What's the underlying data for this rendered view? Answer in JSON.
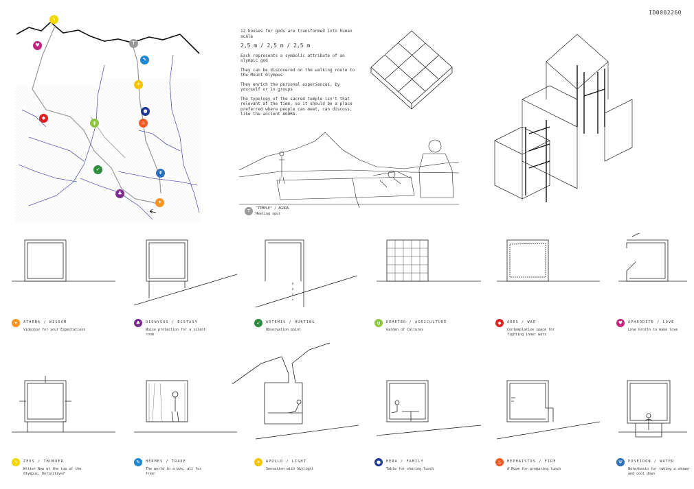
{
  "id": "ID0002260",
  "intro": {
    "p1": "12 houses for gods are transformed into human scale",
    "dims": "2,5 m / 2,5 m / 2,5 m",
    "p2": "Each represents a symbolic attribute of an olympic god",
    "p3": "They can be discovered on the walking route to the Mount Olympus",
    "p4": "They enrich the personal experiences, by yourself or in groups",
    "p5": "The typology of the sacred temple isn't that relevant at the time, so it should be a place preferred where people can meet, can discuss, like the ancient AGORA."
  },
  "temple": {
    "name": "\"TEMPLE\" / AGORA",
    "desc": "Meeting spot"
  },
  "gods_row1": [
    {
      "name": "ATHENA / WISDOM",
      "desc": "Videobox for your Expectations",
      "color": "#f7931e",
      "icon": "owl-icon"
    },
    {
      "name": "DIONYSOS / ECSTASY",
      "desc": "Noise protection for a silent room",
      "color": "#7b2d8e",
      "icon": "grape-icon"
    },
    {
      "name": "ARTEMIS / HUNTING",
      "desc": "Observation point",
      "color": "#2e8b3d",
      "icon": "bow-icon"
    },
    {
      "name": "DEMETER / AGRICULTURE",
      "desc": "Garden of Cultures",
      "color": "#8dc63f",
      "icon": "wheat-icon"
    },
    {
      "name": "ARES / WAR",
      "desc": "Contemplative space for fighting inner wars",
      "color": "#e02020",
      "icon": "shield-icon"
    },
    {
      "name": "APHRODITE / LOVE",
      "desc": "Love Grotto to make love",
      "color": "#c0267e",
      "icon": "heart-icon"
    }
  ],
  "gods_row2": [
    {
      "name": "ZEUS / THUNDER",
      "desc": "Writer Now at the top of the Olympus, Definitive?",
      "color": "#f2d600",
      "icon": "lightning-icon"
    },
    {
      "name": "HERMES / TRADE",
      "desc": "The world in a box, all for free!",
      "color": "#1e88d0",
      "icon": "wing-icon"
    },
    {
      "name": "APOLLO / LIGHT",
      "desc": "Sensation with Skylight",
      "color": "#f5c400",
      "icon": "sun-icon"
    },
    {
      "name": "HERA / FAMILY",
      "desc": "Table for sharing lunch",
      "color": "#1f3a93",
      "icon": "peacock-icon"
    },
    {
      "name": "HEPHAISTOS / FIRE",
      "desc": "A Room for preparing lunch",
      "color": "#f15a24",
      "icon": "fire-icon"
    },
    {
      "name": "POSEIDON / WATER",
      "desc": "Waterbasin for taking a shower and cool down",
      "color": "#2a6fb7",
      "icon": "trident-icon"
    }
  ],
  "colors": {
    "river": "#5a5ab4",
    "path": "#999999"
  }
}
